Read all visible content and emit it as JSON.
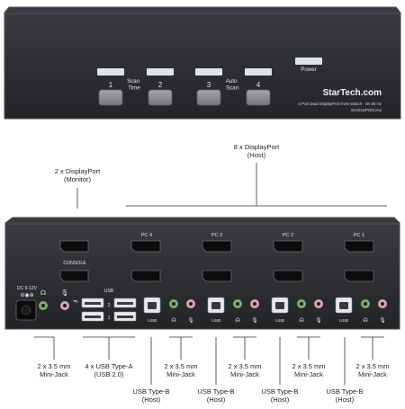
{
  "front": {
    "ports": [
      {
        "number": "1",
        "side_label": "Scan\nTime"
      },
      {
        "number": "2",
        "side_label": ""
      },
      {
        "number": "3",
        "side_label": "Auto\nScan"
      },
      {
        "number": "4",
        "side_label": ""
      }
    ],
    "power_label": "Power",
    "brand": "StarTech.com",
    "model_desc": "4-Port Dual DisplayPort KVM Switch - 4K 60 Hz",
    "sku": "SV431DPDDUA2"
  },
  "rear": {
    "pc_labels": [
      "PC 4",
      "PC 3",
      "PC 2",
      "PC 1"
    ],
    "console_label": "CONSOLE",
    "dc_label": "DC 9-12V",
    "usb_label": "USB",
    "usb_port_numbers": [
      "2",
      "1"
    ],
    "usb_b_label": "USB"
  },
  "callouts": {
    "top_left": {
      "line1": "2 x DisplayPort",
      "line2": "(Monitor)"
    },
    "top_center": {
      "line1": "8 x DisplayPort",
      "line2": "(Host)"
    },
    "bottom": [
      {
        "line1": "2 x 3.5 mm",
        "line2": "Mini-Jack"
      },
      {
        "line1": "4 x USB Type-A",
        "line2": "(USB 2.0)"
      },
      {
        "line1": "USB Type-B",
        "line2": "(Host)"
      },
      {
        "line1": "2 x 3.5 mm",
        "line2": "Mini-Jack"
      },
      {
        "line1": "USB Type-B",
        "line2": "(Host)"
      },
      {
        "line1": "2 x 3.5 mm",
        "line2": "Mini-Jack"
      },
      {
        "line1": "USB Type-B",
        "line2": "(Host)"
      },
      {
        "line1": "2 x 3.5 mm",
        "line2": "Mini-Jack"
      },
      {
        "line1": "USB Type-B",
        "line2": "(Host)"
      },
      {
        "line1": "2 x 3.5 mm",
        "line2": "Mini-Jack"
      }
    ]
  },
  "colors": {
    "chassis": "#2b2d31",
    "chassis_edge": "#45474c",
    "led": "#dfe4ec",
    "button": "#8a8c90",
    "port_dark": "#0c0c0d",
    "jack_green": "#7fae6a",
    "jack_pink": "#d9a7b1"
  }
}
